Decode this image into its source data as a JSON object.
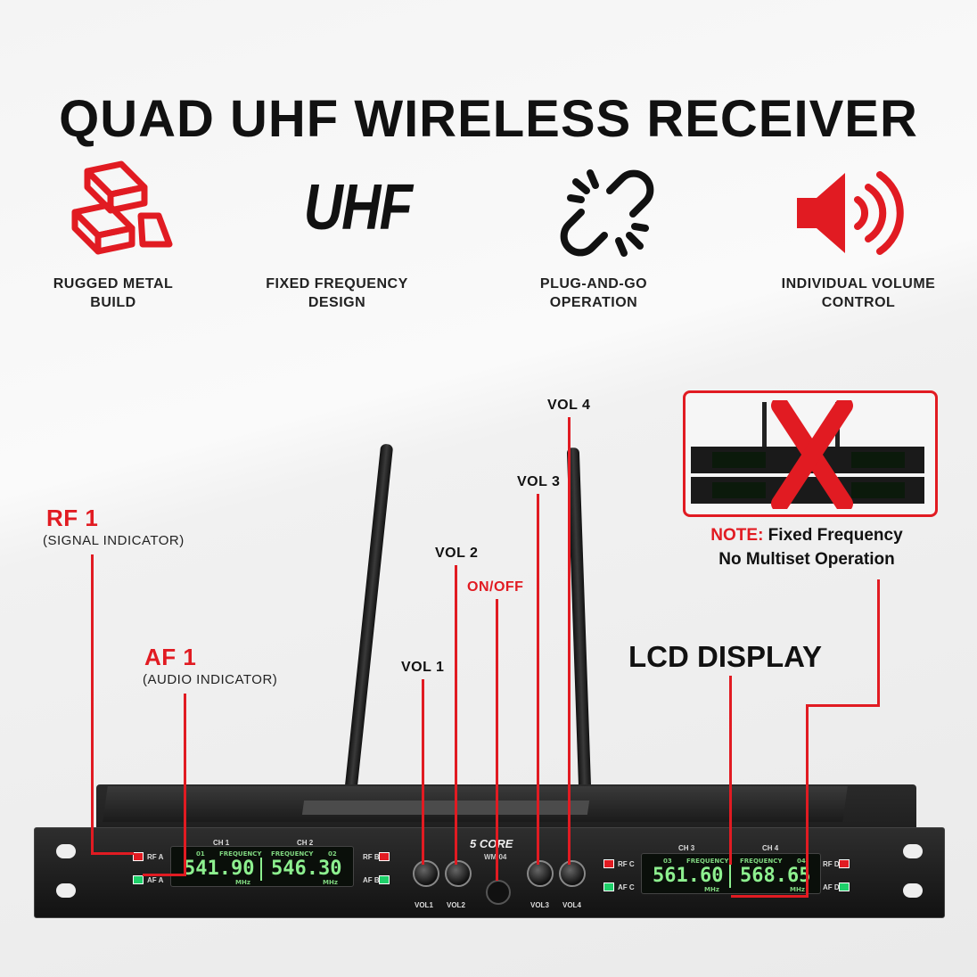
{
  "headline": "QUAD UHF WIRELESS RECEIVER",
  "features": [
    {
      "icon": "metal-bars-icon",
      "label_line1": "RUGGED METAL",
      "label_line2": "BUILD"
    },
    {
      "icon": "uhf-icon",
      "icon_text": "UHF",
      "label_line1": "FIXED FREQUENCY",
      "label_line2": "DESIGN"
    },
    {
      "icon": "broken-link-icon",
      "label_line1": "PLUG-AND-GO",
      "label_line2": "OPERATION"
    },
    {
      "icon": "speaker-icon",
      "label_line1": "INDIVIDUAL VOLUME",
      "label_line2": "CONTROL"
    }
  ],
  "callouts": {
    "vol1": "VOL 1",
    "vol2": "VOL 2",
    "vol3": "VOL 3",
    "vol4": "VOL 4",
    "onoff": "ON/OFF",
    "lcd": "LCD DISPLAY",
    "rf_title": "RF 1",
    "rf_sub": "(SIGNAL INDICATOR)",
    "af_title": "AF 1",
    "af_sub": "(AUDIO INDICATOR)"
  },
  "note": {
    "prefix": "NOTE:",
    "line1": " Fixed Frequency",
    "line2": "No Multiset Operation"
  },
  "device": {
    "brand": "5 CORE",
    "model": "WM 04",
    "ch1": "CH 1",
    "ch2": "CH 2",
    "ch3": "CH 3",
    "ch4": "CH 4",
    "freq_label": "FREQUENCY",
    "mhz": "MHz",
    "ch_num_1": "01",
    "ch_num_2": "02",
    "ch_num_3": "03",
    "ch_num_4": "04",
    "freq1": "541.90",
    "freq2": "546.30",
    "freq3": "561.60",
    "freq4": "568.65",
    "rfa": "RF A",
    "afa": "AF A",
    "rfb": "RF B",
    "afb": "AF B",
    "rfc": "RF C",
    "afc": "AF C",
    "rfd": "RF D",
    "afd": "AF D",
    "k_vol1": "VOL1",
    "k_vol2": "VOL2",
    "k_vol3": "VOL3",
    "k_vol4": "VOL4"
  },
  "colors": {
    "accent_red": "#e11b22",
    "lcd_green": "#8df08f",
    "led_green": "#1fd06a"
  }
}
